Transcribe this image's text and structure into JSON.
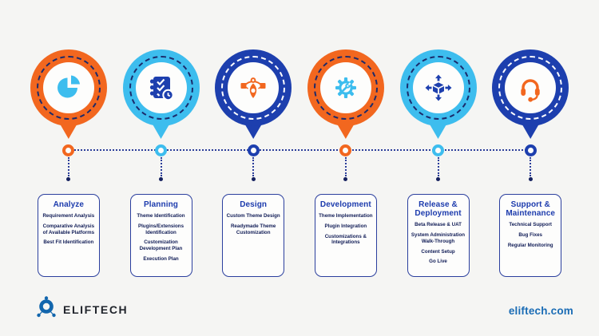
{
  "page": {
    "background": "#f5f5f3",
    "footer": {
      "logo_text": "ELIFTECH",
      "logo_icon": "eliftech-molecule-logo",
      "website": "eliftech.com"
    }
  },
  "colors": {
    "orange": "#f2671f",
    "cyan": "#3dbdee",
    "navy": "#1d3fae",
    "timeline_dotted_line": "#2b3d9a",
    "card_border": "#2b3f9e",
    "title_text": "#1c3bad",
    "item_text": "#101c56",
    "website_text": "#1a6cb5",
    "logo_text_color": "#20242b",
    "logo_icon_blue": "#1266ad"
  },
  "stages": [
    {
      "title": "Analyze",
      "color": "#f2671f",
      "icon_color": "#3dbdee",
      "dash_color": "#1b2a6b",
      "icon": "pie-chart-icon",
      "items": [
        "Requirement Analysis",
        "Comparative Analysis of Available Platforms",
        "Best Fit Identification"
      ]
    },
    {
      "title": "Planning",
      "color": "#3dbdee",
      "icon_color": "#1d3fae",
      "dash_color": "#1b2a6b",
      "icon": "checklist-clock-icon",
      "items": [
        "Theme Identification",
        "Plugins/Extensions Identification",
        "Customization Development Plan",
        "Execution Plan"
      ]
    },
    {
      "title": "Design",
      "color": "#1d3fae",
      "icon_color": "#f2671f",
      "dash_color": "#ffffff",
      "icon": "pen-tool-icon",
      "items": [
        "Custom Theme Design",
        "Readymade Theme Customization"
      ]
    },
    {
      "title": "Development",
      "color": "#f2671f",
      "icon_color": "#3dbdee",
      "dash_color": "#1b2a6b",
      "icon": "gear-wrench-icon",
      "items": [
        "Theme Implementation",
        "Plugin Integration",
        "Customizations & Integrations"
      ]
    },
    {
      "title": "Release & Deployment",
      "color": "#3dbdee",
      "icon_color": "#1d3fae",
      "dash_color": "#1b2a6b",
      "icon": "deploy-cube-icon",
      "items": [
        "Beta Release & UAT",
        "System Administration Walk-Through",
        "Content Setup",
        "Go Live"
      ]
    },
    {
      "title": "Support & Maintenance",
      "color": "#1d3fae",
      "icon_color": "#f2671f",
      "dash_color": "#ffffff",
      "icon": "headset-icon",
      "items": [
        "Technical Support",
        "Bug Fixes",
        "Regular Monitoring"
      ]
    }
  ]
}
